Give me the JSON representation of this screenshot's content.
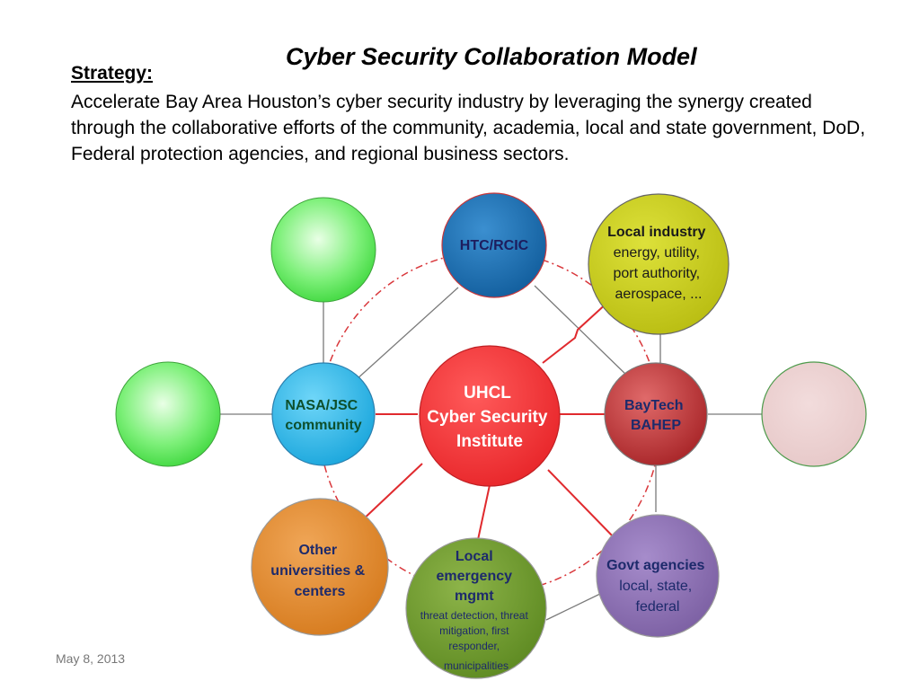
{
  "title": "Cyber Security Collaboration Model",
  "strategy": {
    "label": "Strategy:",
    "text": "Accelerate Bay Area Houston’s cyber security industry by leveraging the synergy created through the collaborative efforts of the community, academia, local and state government, DoD, Federal protection agencies, and regional business sectors."
  },
  "footer": {
    "date": "May 8, 2013"
  },
  "nodes": {
    "center": {
      "lines": [
        "UHCL",
        "Cyber Security",
        "Institute"
      ],
      "fill": "#e8262a"
    },
    "htc": {
      "lines": [
        "HTC/RCIC"
      ],
      "fill": "#1b6fb2"
    },
    "local_industry": {
      "lines": [
        "Local industry",
        "energy, utility,",
        "port authority,",
        "aerospace, ..."
      ],
      "fill": "#c9cd1a"
    },
    "nasa": {
      "lines": [
        "NASA/JSC",
        "community"
      ],
      "fill": "#2ab8ea"
    },
    "baytech": {
      "lines": [
        "BayTech",
        "BAHEP"
      ],
      "fill": "#b83033"
    },
    "other_univ": {
      "lines": [
        "Other",
        "universities &",
        "centers"
      ],
      "fill": "#e38b2e"
    },
    "emergency": {
      "lines": [
        "Local",
        "emergency",
        "mgmt",
        "threat detection, threat",
        "mitigation, first",
        "responder,",
        "municipalities"
      ],
      "fill": "#6f9a2c"
    },
    "govt": {
      "lines": [
        "Govt agencies",
        "local, state,",
        "federal"
      ],
      "fill": "#8d72b2"
    },
    "green_top": {
      "lines": [],
      "fill": "#39d93a"
    },
    "green_left": {
      "lines": [],
      "fill": "#39d93a"
    },
    "pink_right": {
      "lines": [],
      "fill": "#e9cdcd"
    }
  }
}
